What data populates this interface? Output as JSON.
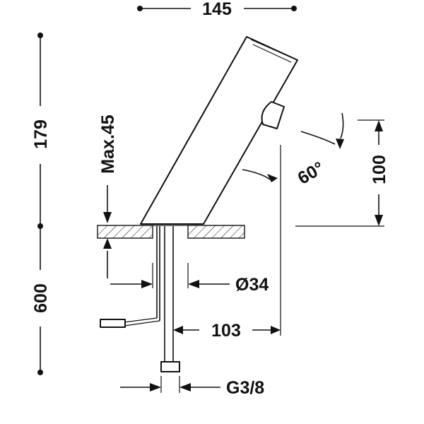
{
  "dimensions": {
    "width_top": "145",
    "height_total": "179",
    "max_thickness": "Max.45",
    "height_below": "600",
    "spout_height": "100",
    "angle": "60°",
    "diameter": "Ø34",
    "reach": "103",
    "connection": "G3/8"
  }
}
